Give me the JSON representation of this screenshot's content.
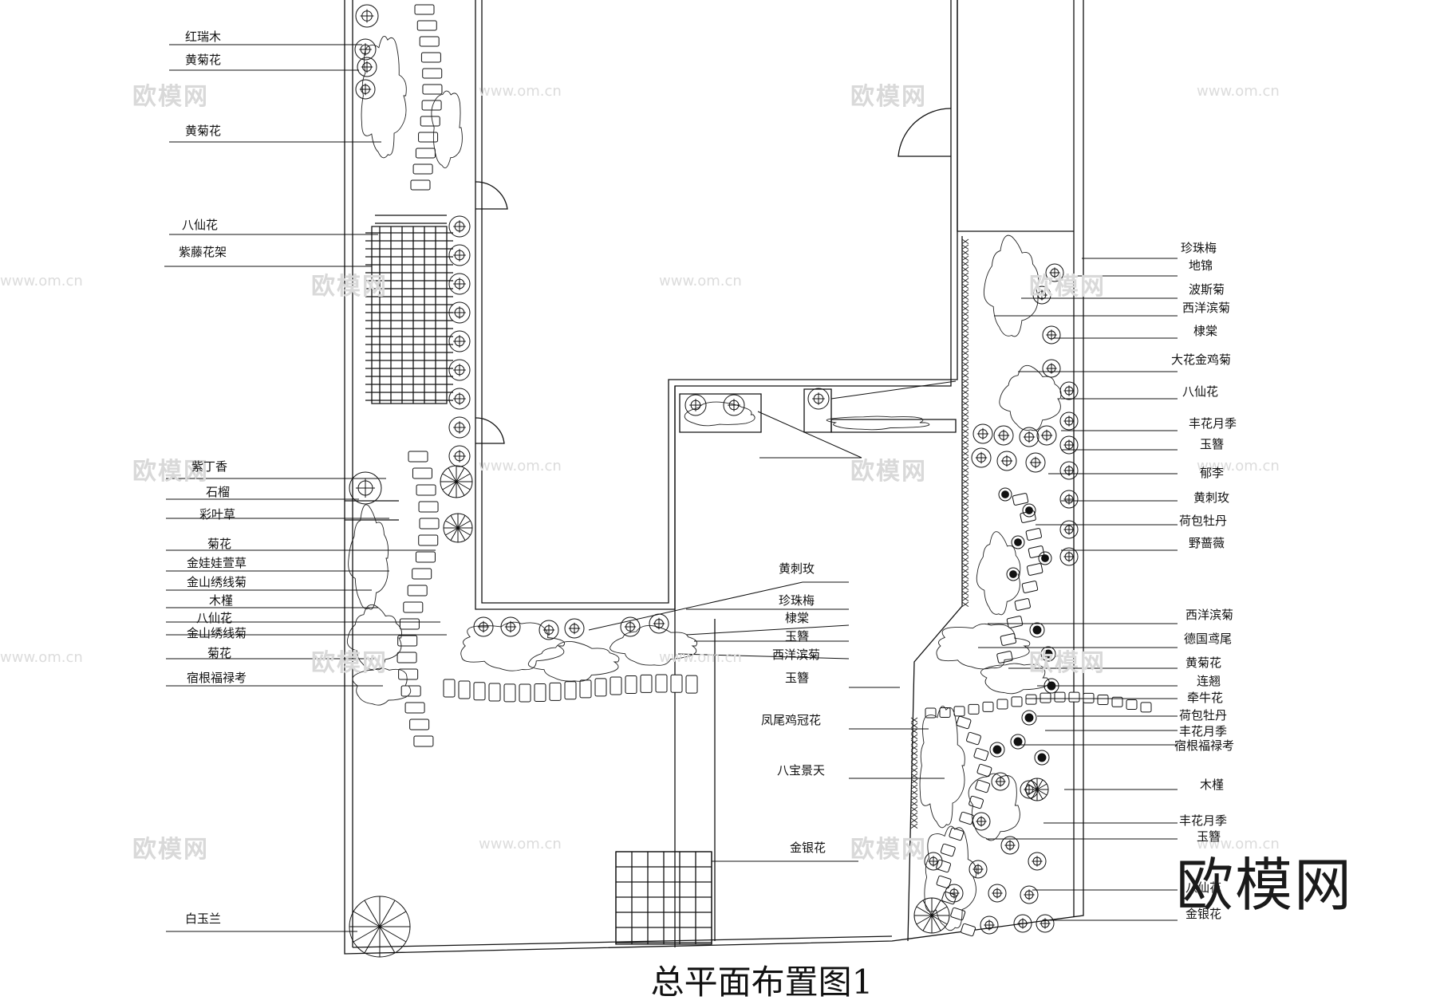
{
  "drawing": {
    "title": "总平面布置图1",
    "brand_watermark": "欧模网",
    "watermark_logo": "欧模网",
    "watermark_url": "www.om.cn"
  },
  "labels_left": [
    "红瑞木",
    "黄菊花",
    "黄菊花",
    "八仙花",
    "紫藤花架",
    "紫丁香",
    "石榴",
    "彩叶草",
    "菊花",
    "金娃娃萱草",
    "金山绣线菊",
    "木槿",
    "八仙花",
    "金山绣线菊",
    "菊花",
    "宿根福禄考",
    "白玉兰"
  ],
  "labels_center": [
    "黄刺玫",
    "珍珠梅",
    "棣棠",
    "玉簪",
    "西洋滨菊",
    "玉簪",
    "凤尾鸡冠花",
    "八宝景天",
    "金银花"
  ],
  "labels_right": [
    "珍珠梅",
    "地锦",
    "波斯菊",
    "西洋滨菊",
    "棣棠",
    "大花金鸡菊",
    "八仙花",
    "丰花月季",
    "玉簪",
    "郁李",
    "黄刺玫",
    "荷包牡丹",
    "野蔷薇",
    "西洋滨菊",
    "德国鸢尾",
    "黄菊花",
    "连翘",
    "牵牛花",
    "荷包牡丹",
    "丰花月季",
    "宿根福禄考",
    "木槿",
    "丰花月季",
    "玉簪",
    "八仙花",
    "金银花"
  ]
}
